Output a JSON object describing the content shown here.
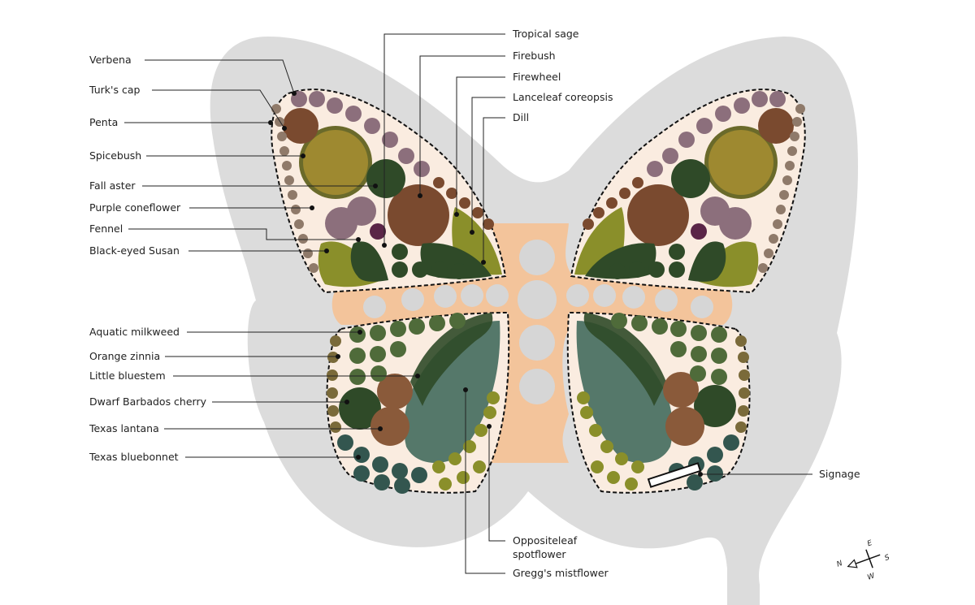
{
  "labels": {
    "left": [
      "Verbena",
      "Turk's cap",
      "Penta",
      "Spicebush",
      "Fall aster",
      "Purple coneflower",
      "Fennel",
      "Black-eyed Susan",
      "Aquatic milkweed",
      "Orange zinnia",
      "Little bluestem",
      "Dwarf Barbados cherry",
      "Texas lantana",
      "Texas bluebonnet"
    ],
    "top": [
      "Tropical sage",
      "Firebush",
      "Firewheel",
      "Lanceleaf coreopsis",
      "Dill"
    ],
    "bottom": [
      "Oppositeleaf",
      "spotflower",
      "Gregg's mistflower"
    ],
    "right": [
      "Signage"
    ]
  },
  "compass": {
    "n": "N",
    "e": "E",
    "s": "S",
    "w": "W"
  },
  "colors": {
    "ground": "#dcdcdc",
    "path": "#f3c49b",
    "bed": "#faece0",
    "dark_green": "#2f4a28",
    "mid_green": "#4f6b3a",
    "olive": "#8a8f2a",
    "teal": "#55786a",
    "slate_teal": "#33564f",
    "brown": "#7a4a2f",
    "russet": "#8a5a3a",
    "mauve": "#8c6f7c",
    "taupe": "#8f7a6a",
    "purple": "#5a2547",
    "gold": "#c9a335"
  }
}
